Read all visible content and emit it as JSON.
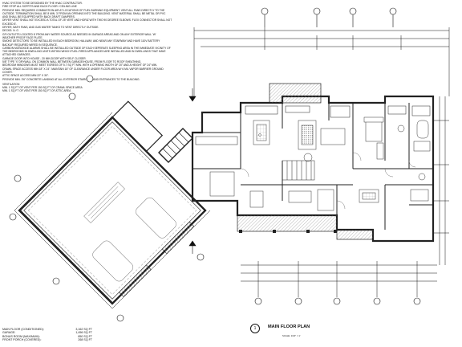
{
  "notes": {
    "lines": [
      "HVAC SYSTEM TO BE DESIGNED BY THE HVAC CONTRACTOR.",
      "FIRE STOP ALL SOFFITS AND EACH FLOOR / CEILING LINE",
      "PROVIDE MIN. REQUIRED COMBUSTION AIR AT LOCATIONS OF FUEL BURNING EQUIPMENT. VENT ALL FANS DIRECTLY TO THE",
      "OUTSIDE. TERMINATION SHALL BE 8 MIN. 3' FROM AN OPENING INTO THE BUILDING. VENT MATERIAL SHALL BE METAL OR PVC",
      "AND SHALL BE EQUIPPED WITH BACK DRAFT DAMPERS.",
      "DRYER VENT SHALL NOT EXCEED A TOTAL OF 25' VERT AND HORIZ WITH TWO 90 DEGREE ELBOWS. FLEX CONNECTOR SHALL NOT",
      "EXCEED 8'.",
      "DRYER, BATH FANS, AND GAS WATER TANKS TO VENT DIRECTLY OUTSIDE.",
      "DECKS: N. G",
      "GFI OUTLETS LOCATED 6' FROM ANY WATER SOURCE AS NEEDED IN GARAGE AREAS AND ON ANY EXTERIOR WALL 'W'",
      "WEATHER PROOF FACE PLATE.",
      "SMOKE DETECTORS TO BE INSTALLED IN EACH BEDROOM, HALLWAY, AND NEAR ANY STAIRWAY AND HAVE 110V BATTERY",
      "BACKUP. REQUIRED WIRED IN SEQUENCE.",
      "CARBON MONOXIDE ALARMS SHALL BE INSTALLED OUTSIDE OF EACH SEPERATE SLEEPING AREA IN THE IMMEDIATE VICINITY OF",
      "THE BEDROOMS IN DWELLING UNITS WITHIN WHICH FUEL-FIRED APPLIANCES ARE INSTALLED AND IN DWELLINGS THAT HAVE",
      "ATTACHED GARAGES.",
      "GARAGE DOOR INTO HOUSE - 20 MIN DOOR WITH SELF CLOSER.",
      "5/8\" TYPE 'X' DRYWALL ON COMMON WALL BETWEEN GARAGE/HOUSE, FROM FLOOR TO ROOF SHEATHING.",
      "BEDROOM WINDOWS MUST MEET EGRESS OF 5.7 SQ FT MIN. WITH A OPENING WIDTH OF 20\" AND A HEIGHT OF 24\" MIN.",
      "CRAWL SPACE ACCESS MIN 18\" X 24\". MAINTAIN 18\" OF CLEARANCE UNDER FLOOR AREA W/ 6 MIL VAPOR BARRIER GROUND",
      "COVER.",
      "ATTIC SPACE ACCESS MIN 22\" X 30\".",
      "PROVIDE MIN. 3'6\" CONCRETE LANDING AT ALL EXTERIOR STAIRCASE AND ENTRANCES TO THE BUILDING."
    ],
    "ventilation_heading": "VENTILATION",
    "ventilation_lines": [
      "MIN. 1 SQ FT OF VENT PER 150 SQ FT OF CRAWL SPACE AREA",
      "MIN. 1 SQ FT OF VENT PER 150 SQ FT OF ATTIC AREA"
    ]
  },
  "areas": [
    {
      "label": "MAIN FLOOR (CONDITIONED):",
      "value": "3,162 SQ FT"
    },
    {
      "label": "GARAGE:",
      "value": "1,456 SQ FT"
    },
    {
      "label": "BONUS ROOM (MAXIMUM):",
      "value": "850 SQ FT"
    },
    {
      "label": "FRONT PORCH (COVERED):",
      "value": "268 SQ FT"
    }
  ],
  "title": {
    "number": "1",
    "name": "MAIN FLOOR PLAN",
    "scale": "SCALE: 1/16\" = 1'"
  },
  "colors": {
    "ink": "#111111",
    "hatch": "#8a8a8a",
    "wall": "#222222"
  }
}
